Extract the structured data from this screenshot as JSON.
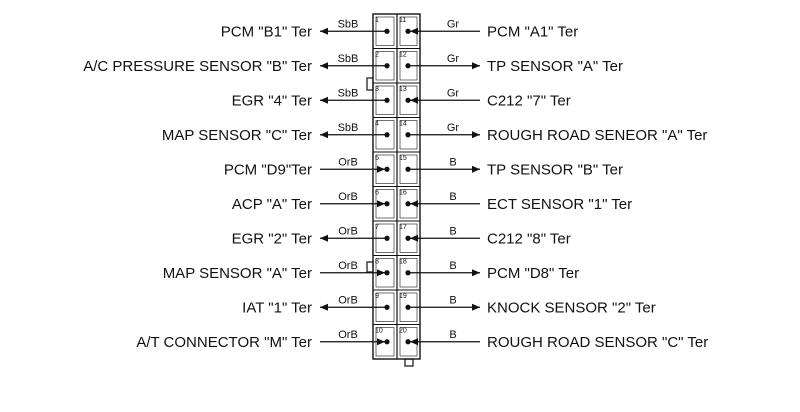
{
  "connector": {
    "left_pins": [
      {
        "pin": "1",
        "label": "PCM \"B1\" Ter",
        "wire": "SbB"
      },
      {
        "pin": "2",
        "label": "A/C PRESSURE SENSOR \"B\" Ter",
        "wire": "SbB"
      },
      {
        "pin": "3",
        "label": "EGR \"4\" Ter",
        "wire": "SbB"
      },
      {
        "pin": "4",
        "label": "MAP SENSOR \"C\" Ter",
        "wire": "SbB"
      },
      {
        "pin": "5",
        "label": "PCM \"D9\"Ter",
        "wire": "OrB"
      },
      {
        "pin": "6",
        "label": "ACP \"A\" Ter",
        "wire": "OrB"
      },
      {
        "pin": "7",
        "label": "EGR \"2\" Ter",
        "wire": "OrB"
      },
      {
        "pin": "8",
        "label": "MAP SENSOR \"A\" Ter",
        "wire": "OrB"
      },
      {
        "pin": "9",
        "label": "IAT \"1\" Ter",
        "wire": "OrB"
      },
      {
        "pin": "10",
        "label": "A/T CONNECTOR \"M\" Ter",
        "wire": "OrB"
      }
    ],
    "right_pins": [
      {
        "pin": "11",
        "label": "PCM \"A1\" Ter",
        "wire": "Gr"
      },
      {
        "pin": "12",
        "label": "TP SENSOR \"A\" Ter",
        "wire": "Gr"
      },
      {
        "pin": "13",
        "label": "C212 \"7\" Ter",
        "wire": "Gr"
      },
      {
        "pin": "14",
        "label": "ROUGH ROAD SENEOR \"A\" Ter",
        "wire": "Gr"
      },
      {
        "pin": "15",
        "label": "TP SENSOR \"B\" Ter",
        "wire": "B"
      },
      {
        "pin": "16",
        "label": "ECT SENSOR \"1\" Ter",
        "wire": "B"
      },
      {
        "pin": "17",
        "label": "C212 \"8\" Ter",
        "wire": "B"
      },
      {
        "pin": "18",
        "label": "PCM \"D8\" Ter",
        "wire": "B"
      },
      {
        "pin": "19",
        "label": "KNOCK SENSOR \"2\" Ter",
        "wire": "B"
      },
      {
        "pin": "20",
        "label": "ROUGH ROAD SENSOR \"C\" Ter",
        "wire": "B"
      }
    ],
    "arrow_directions": {
      "left": [
        "out",
        "out",
        "out",
        "out",
        "in",
        "in",
        "out",
        "in",
        "out",
        "in"
      ],
      "right": [
        "in",
        "out",
        "in",
        "out",
        "out",
        "in",
        "in",
        "out",
        "out",
        "in"
      ]
    }
  }
}
